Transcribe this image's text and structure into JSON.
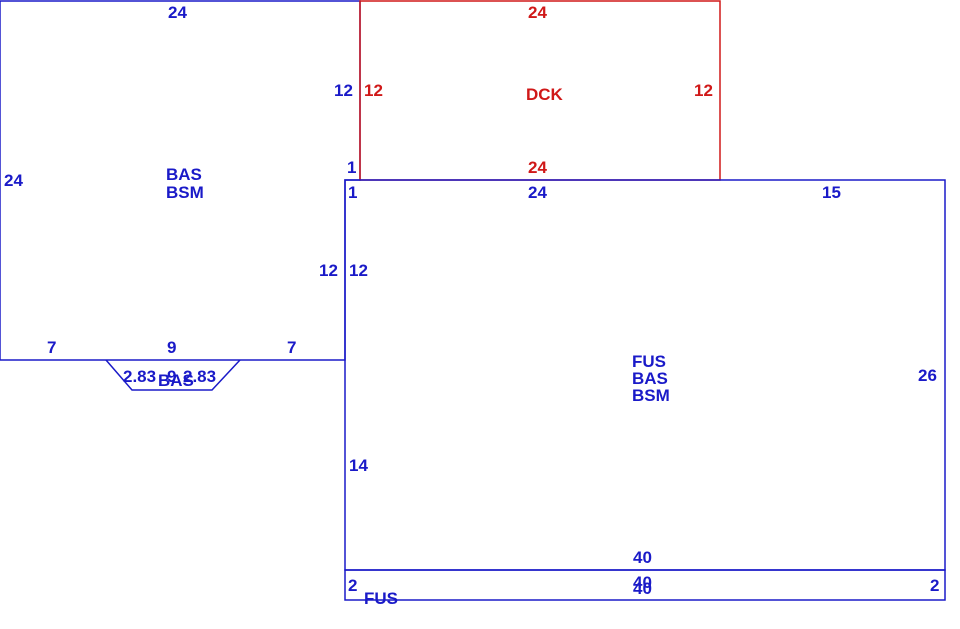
{
  "colors": {
    "structure": "#1a1ac8",
    "deck": "#d01818"
  },
  "diagram": {
    "left_block": {
      "codes": [
        "BAS",
        "BSM"
      ],
      "dims": {
        "top": "24",
        "left": "24",
        "right_upper": "12",
        "right_mid_top": "1",
        "right_lower": "12",
        "bottom_left": "7",
        "bottom_mid": "9",
        "bottom_right": "7"
      }
    },
    "bay": {
      "code": "BAS",
      "dims": {
        "left": "2.83",
        "mid": "9",
        "right": "2.83"
      }
    },
    "deck": {
      "code": "DCK",
      "dims": {
        "top": "24",
        "left": "12",
        "right": "12",
        "bottom": "24"
      }
    },
    "main_block": {
      "codes": [
        "FUS",
        "BAS",
        "BSM"
      ],
      "dims": {
        "top_left": "1",
        "top_mid": "24",
        "top_right": "15",
        "left_upper": "12",
        "left_lower": "14",
        "right": "26",
        "bottom": "40"
      }
    },
    "bottom_strip": {
      "code": "FUS",
      "dims": {
        "top": "40",
        "bottom": "40",
        "left": "2",
        "right": "2"
      }
    }
  }
}
